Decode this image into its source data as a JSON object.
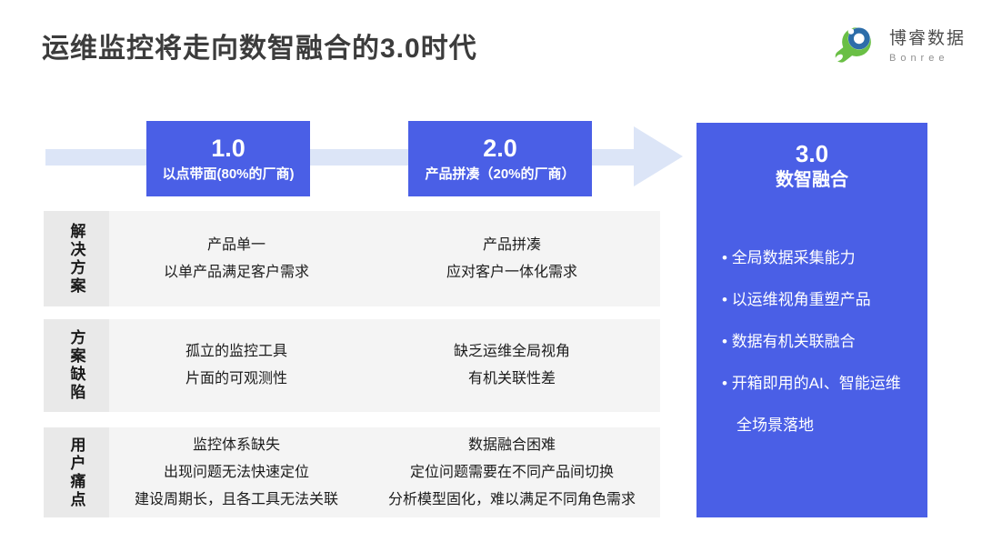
{
  "title": "运维监控将走向数智融合的3.0时代",
  "logo": {
    "name": "博睿数据",
    "sub": "Bonree"
  },
  "stages": [
    {
      "version": "1.0",
      "subtitle": "以点带面(80%的厂商)"
    },
    {
      "version": "2.0",
      "subtitle": "产品拼凑（20%的厂商）"
    }
  ],
  "stage3": {
    "version": "3.0",
    "subtitle": "数智融合",
    "bullets": [
      "全局数据采集能力",
      "以运维视角重塑产品",
      "数据有机关联融合",
      "开箱即用的AI、智能运维全场景落地"
    ]
  },
  "rows": [
    {
      "label": "解决方案",
      "col1": [
        "产品单一",
        "以单产品满足客户需求"
      ],
      "col2": [
        "产品拼凑",
        "应对客户一体化需求"
      ]
    },
    {
      "label": "方案缺陷",
      "col1": [
        "孤立的监控工具",
        "片面的可观测性"
      ],
      "col2": [
        "缺乏运维全局视角",
        "有机关联性差"
      ]
    },
    {
      "label": "用户痛点",
      "col1": [
        "监控体系缺失",
        "出现问题无法快速定位",
        "建设周期长，且各工具无法关联"
      ],
      "col2": [
        "数据融合困难",
        "定位问题需要在不同产品间切换",
        "分析模型固化，难以满足不同角色需求"
      ]
    }
  ],
  "colors": {
    "accent": "#4a5fe6",
    "arrow": "#dce5f7",
    "row_bg": "#f4f4f4",
    "label_bg": "#e9e9e9",
    "title_color": "#3c3c3c",
    "text": "#1c1c1c",
    "logo_green": "#6abf45",
    "logo_blue": "#2d6da9",
    "logo_text": "#4d4d4d",
    "logo_sub": "#8f8f8f"
  }
}
